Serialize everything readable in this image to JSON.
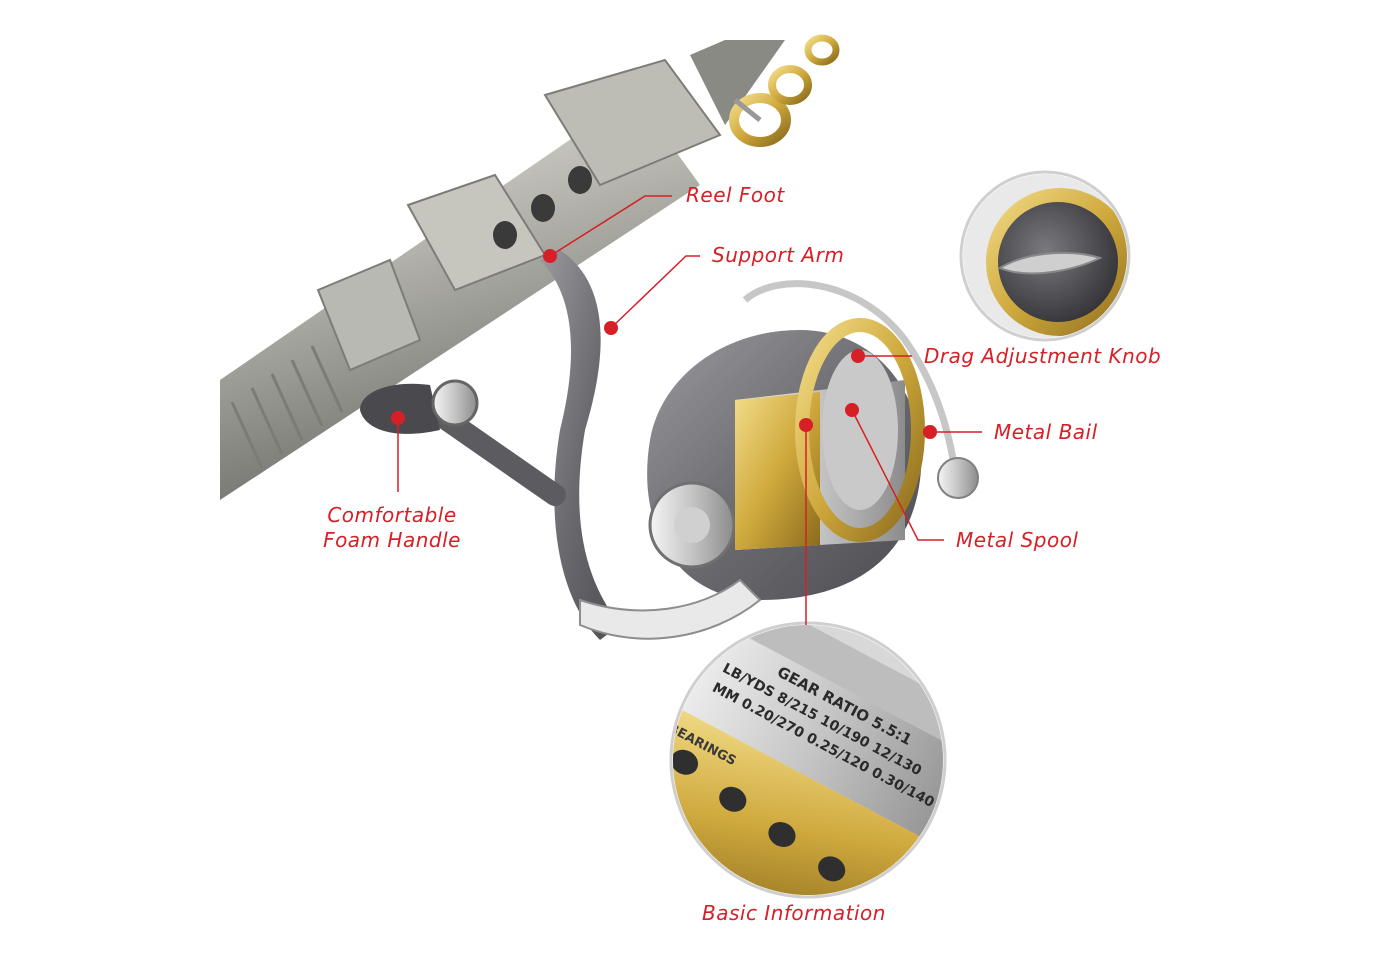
{
  "colors": {
    "callout_red": "#d61f26",
    "rod_silver": "#a9a9a3",
    "reel_gray": "#6e6e72",
    "spool_gold": "#d2b24a",
    "background": "#ffffff"
  },
  "callouts": {
    "reel_foot": "Reel Foot",
    "support_arm": "Support Arm",
    "drag_knob": "Drag Adjustment Knob",
    "metal_bail": "Metal Bail",
    "metal_spool": "Metal Spool",
    "handle_line1": "Comfortable",
    "handle_line2": "Foam Handle",
    "basic_info": "Basic Information"
  },
  "spool_markings": {
    "gear_ratio": "GEAR RATIO 5.5:1",
    "line_yds": "LB/YDS 8/215  10/190  12/130",
    "line_mm": "MM 0.20/270  0.25/120  0.30/140",
    "bearings": "BEARINGS"
  }
}
